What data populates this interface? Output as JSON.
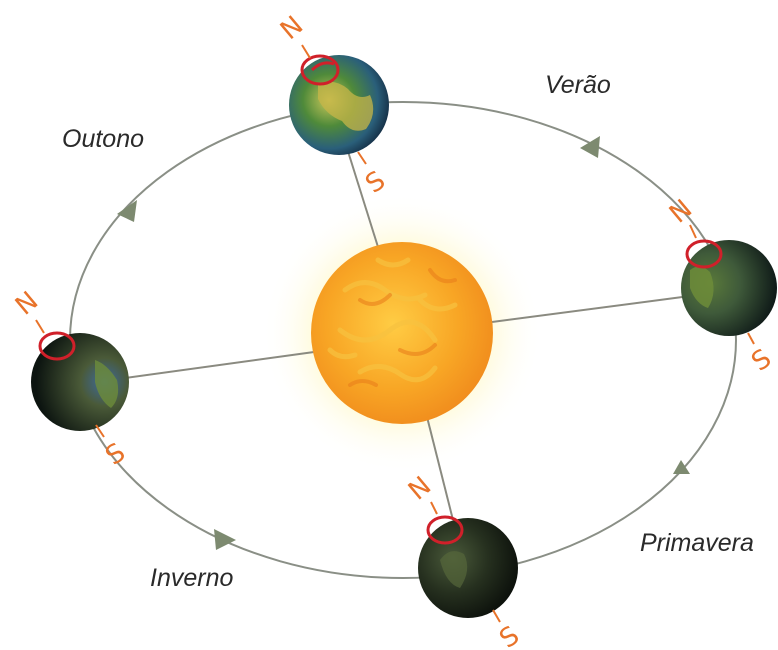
{
  "seasons": {
    "summer": "Verão",
    "autumn": "Outono",
    "winter": "Inverno",
    "spring": "Primavera"
  },
  "poles": {
    "north": "N",
    "south": "S"
  },
  "colors": {
    "orbit": "#8a8f86",
    "arrow": "#7d8a70",
    "axis_label": "#e8732a",
    "arctic_circle": "#d0202a",
    "sun_core": "#f7a21a",
    "sun_glow": "#fff3a0"
  },
  "icons": {
    "sun": "sun-icon",
    "earth": "earth-icon"
  }
}
